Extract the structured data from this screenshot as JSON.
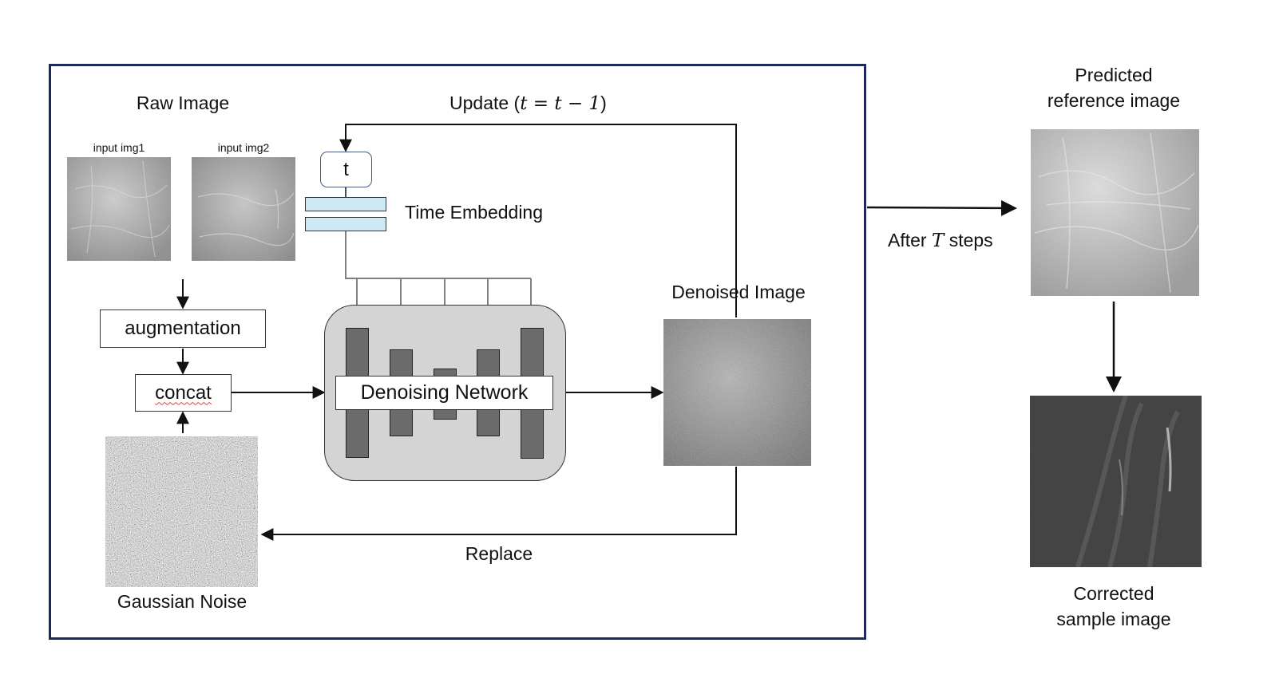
{
  "main_frame": {
    "raw_image_title": "Raw Image",
    "input_img1_label": "input img1",
    "input_img2_label": "input img2",
    "augmentation_label": "augmentation",
    "concat_label": "concat",
    "gaussian_noise_label": "Gaussian Noise",
    "t_label": "t",
    "time_embedding_label": "Time Embedding",
    "update_label_text": "Update (",
    "update_label_math": "t = t − 1",
    "update_label_close": ")",
    "denoising_network_label": "Denoising Network",
    "denoised_image_label": "Denoised Image",
    "replace_label": "Replace"
  },
  "side": {
    "after_prefix": "After ",
    "after_math": "T",
    "after_suffix": " steps",
    "predicted_reference_line1": "Predicted",
    "predicted_reference_line2": "reference image",
    "corrected_sample_line1": "Corrected",
    "corrected_sample_line2": "sample image"
  },
  "colors": {
    "frame_border": "#1f2a5c",
    "embedding_fill": "#cdeaf4",
    "network_panel": "#d4d4d4",
    "network_bars": "#6b6b6b",
    "arrows": "#111111",
    "embedding_arrows": "#808080"
  }
}
